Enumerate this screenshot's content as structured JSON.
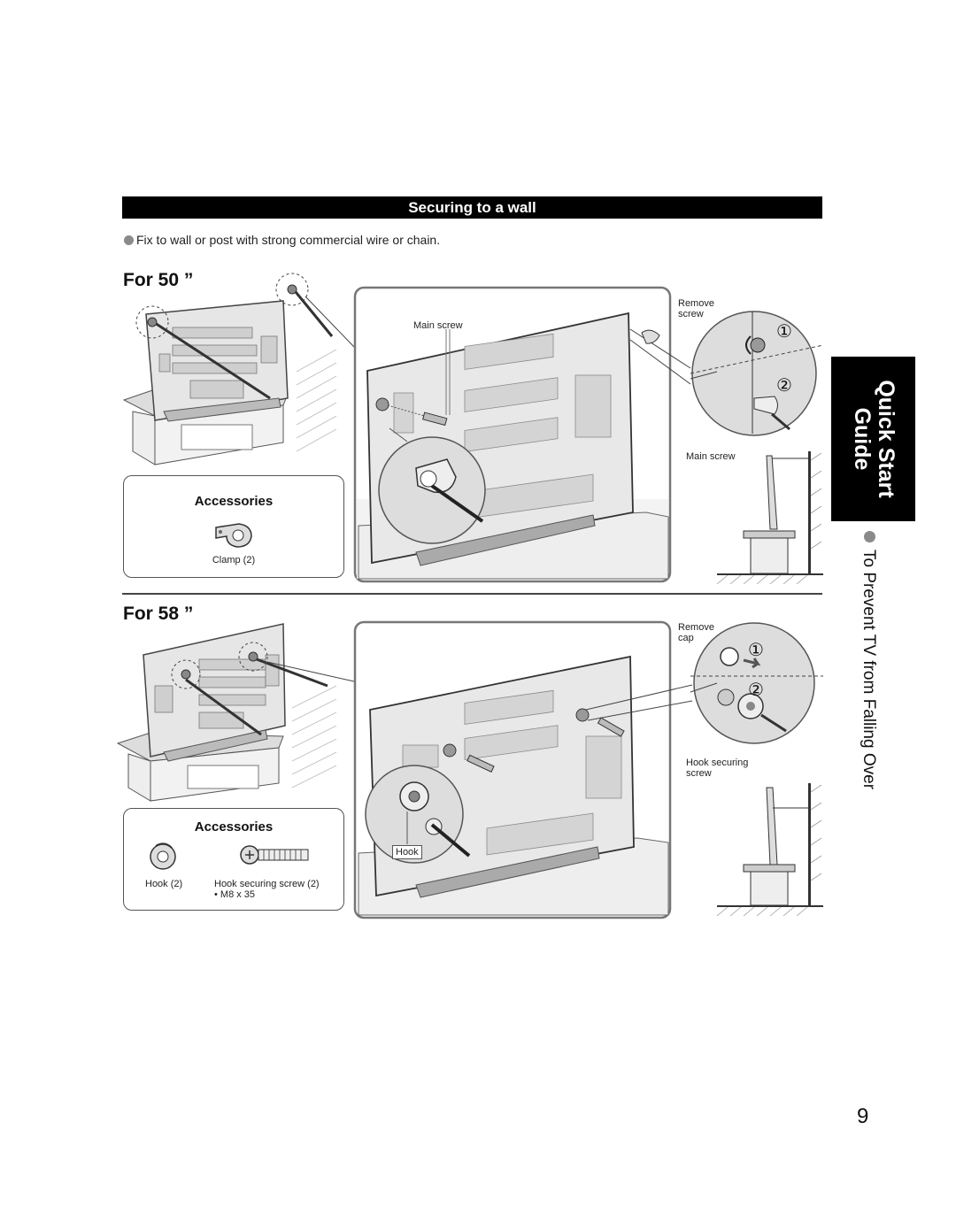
{
  "section": {
    "title": "Securing to a wall"
  },
  "intro": {
    "text": "Fix to wall or post with strong commercial wire or chain."
  },
  "for50": {
    "heading": "For 50 ”",
    "accessories_title": "Accessories",
    "clamp_label": "Clamp (2)",
    "main_screw_label": "Main screw",
    "remove_screw_label_1": "Remove",
    "remove_screw_label_2": "screw",
    "main_screw_label_right": "Main screw",
    "step1": "①",
    "step2": "②"
  },
  "for58": {
    "heading": "For 58 ”",
    "accessories_title": "Accessories",
    "hook_label": "Hook (2)",
    "hook_screw_label": "Hook securing screw (2)",
    "hook_screw_size": "• M8 x 35",
    "hook_callout": "Hook",
    "remove_cap_label_1": "Remove",
    "remove_cap_label_2": "cap",
    "hook_securing_label_1": "Hook securing",
    "hook_securing_label_2": "screw",
    "step1": "①",
    "step2": "②"
  },
  "side_tab": {
    "line1": "Quick Start",
    "line2": "Guide"
  },
  "side_caption": "To Prevent TV from Falling Over",
  "page_number": "9",
  "colors": {
    "bar": "#000000",
    "tab": "#000000",
    "bullet": "#8a8a8a"
  }
}
